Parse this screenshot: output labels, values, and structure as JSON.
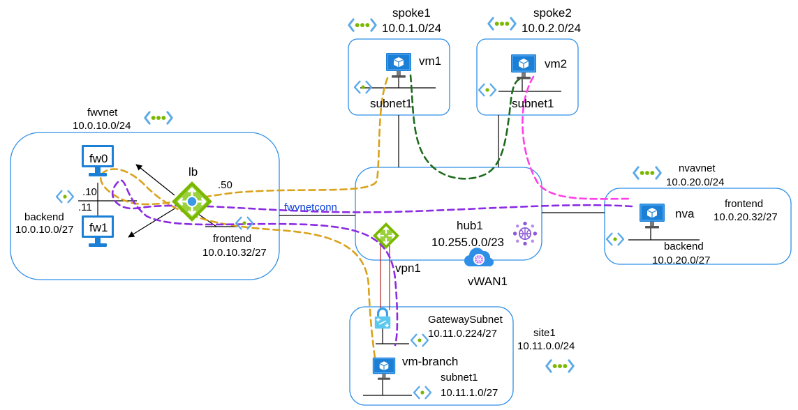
{
  "colors": {
    "box_stroke": "#2f8fe6",
    "vnet_icon": "#5aa9e8",
    "vnet_dot": "#7ab800",
    "vm_screen": "#1b7fd6",
    "vm_cube": "#ffffff",
    "lb_fill": "#7ab800",
    "flow_gold": "#d9a21a",
    "flow_green": "#1e6b1e",
    "flow_magenta": "#ff3fe8",
    "flow_purple": "#8b2be2",
    "vpn_line": "#b02020",
    "link_text": "#0b3fd6",
    "wan_cloud": "#2f8fe6",
    "hub_icon": "#8c5ad6"
  },
  "vnets": {
    "spoke1": {
      "name": "spoke1",
      "cidr": "10.0.1.0/24",
      "subnet": "subnet1",
      "vm": "vm1"
    },
    "spoke2": {
      "name": "spoke2",
      "cidr": "10.0.2.0/24",
      "subnet": "subnet1",
      "vm": "vm2"
    },
    "fwvnet": {
      "name": "fwvnet",
      "cidr": "10.0.10.0/24",
      "fw0": "fw0",
      "fw1": "fw1",
      "lb": "lb",
      "ip_fw0": ".10",
      "ip_fw1": ".11",
      "ip_lb": ".50",
      "backend": "backend",
      "backend_cidr": "10.0.10.0/27",
      "frontend": "frontend",
      "frontend_cidr": "10.0.10.32/27",
      "conn": "fwvnetconn"
    },
    "nvavnet": {
      "name": "nvavnet",
      "cidr": "10.0.20.0/24",
      "vm": "nva",
      "frontend": "frontend",
      "frontend_cidr": "10.0.20.32/27",
      "backend": "backend",
      "backend_cidr": "10.0.20.0/27"
    },
    "site1": {
      "name": "site1",
      "cidr": "10.11.0.0/24",
      "gateway_subnet": "GatewaySubnet",
      "gateway_cidr": "10.11.0.224/27",
      "vm": "vm-branch",
      "subnet": "subnet1",
      "subnet_cidr": "10.11.1.0/27"
    }
  },
  "hub": {
    "name": "hub1",
    "cidr": "10.255.0.0/23",
    "vpn": "vpn1",
    "wan": "vWAN1"
  }
}
